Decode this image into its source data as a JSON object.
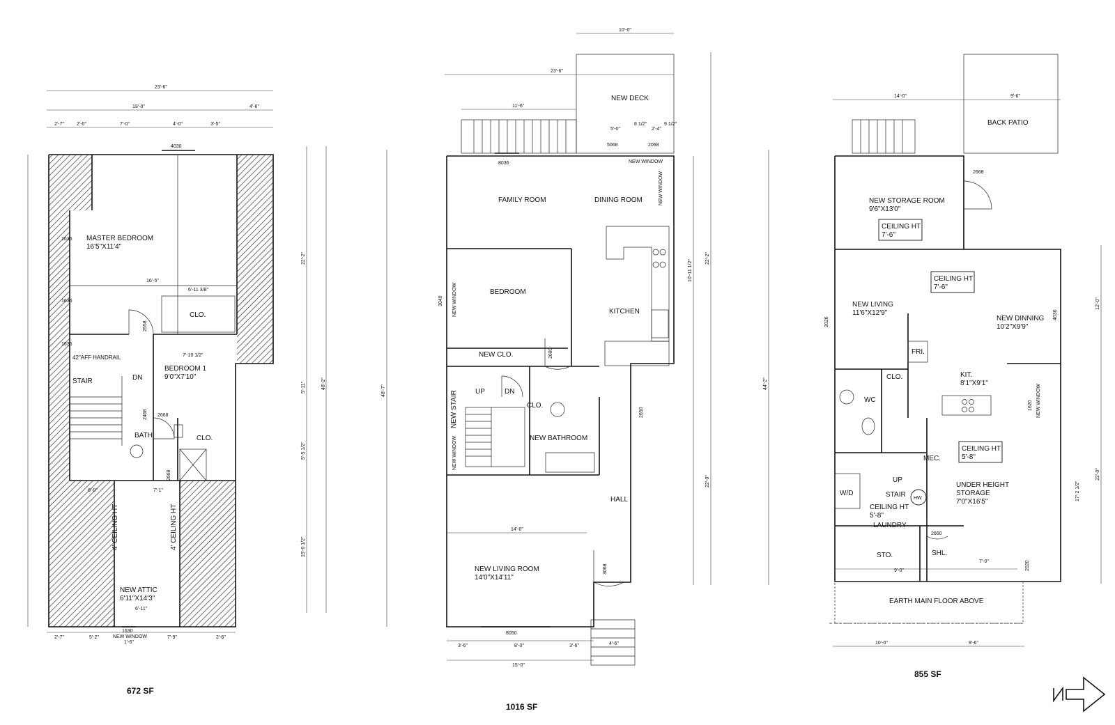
{
  "plans": [
    {
      "id": "upper",
      "area": "672 SF",
      "rooms": {
        "master": "MASTER BEDROOM",
        "master_size": "16'5\"X11'4\"",
        "bedroom1": "BEDROOM 1",
        "bedroom1_size": "9'0\"X7'10\"",
        "bath": "BATH",
        "clo1": "CLO.",
        "clo2": "CLO.",
        "stair": "STAIR",
        "dn": "DN",
        "handrail": "42\"AFF HANDRAIL",
        "attic": "NEW ATTIC",
        "attic_size": "6'11\"X14'3\"",
        "ceiling_a": "4' CEILING HT",
        "ceiling_b": "4' CEILING HT",
        "new_window": "NEW WINDOW",
        "win_top": "4030",
        "win_bottom": "1630"
      },
      "dims": [
        "23'-6\"",
        "19'-0\"",
        "4'-6\"",
        "2'-7\"",
        "2'-0\"",
        "7'-0\"",
        "4'-0\"",
        "3'-5\"",
        "16'-5\"",
        "6'-11 3/8\"",
        "7'-10 1/2\"",
        "6'-0\"",
        "7'-1\"",
        "6'-11\"",
        "2'-7\"",
        "5'-2\"",
        "1'-6\"",
        "7'-9\"",
        "2'-6\"",
        "22'-2\"",
        "48'-2\"",
        "15'-0 1/2\"",
        "5'-5 1/2\"",
        "5'-11\"",
        "1636",
        "1636",
        "1636",
        "2668",
        "2668",
        "2468",
        "2558"
      ]
    },
    {
      "id": "main",
      "area": "1016 SF",
      "rooms": {
        "deck": "NEW DECK",
        "family": "FAMILY ROOM",
        "dining": "DINING ROOM",
        "bedroom": "BEDROOM",
        "kitchen": "KITCHEN",
        "new_clo": "NEW CLO.",
        "new_stair": "NEW STAIR",
        "up": "UP",
        "dn": "DN",
        "clo": "CLO.",
        "bathroom": "NEW BATHROOM",
        "hall": "HALL",
        "living": "NEW LIVING ROOM",
        "living_size": "14'0\"X14'11\"",
        "new_window_a": "NEW WINDOW",
        "new_window_b": "NEW WINDOW",
        "new_window_c": "NEW WINDOW",
        "new_window_d": "NEW WINDOW",
        "win_8036": "8036",
        "win_5068": "5068",
        "win_2068": "2068",
        "win_8050": "8050",
        "door_2680": "2680",
        "door_3068": "3068",
        "win_3040": "3040",
        "win_2650": "2650"
      },
      "dims": [
        "10'-0\"",
        "23'-6\"",
        "11'-6\"",
        "5'-0\"",
        "8 1/2\"",
        "2'-4\"",
        "9 1/2\"",
        "14'-0\"",
        "3'-6\"",
        "8'-0\"",
        "3'-6\"",
        "15'-0\"",
        "48'-7\"",
        "22'-2\"",
        "10'-11 1/2\"",
        "22'-0\"",
        "4'-6\""
      ]
    },
    {
      "id": "lower",
      "area": "855 SF",
      "rooms": {
        "back_patio": "BACK PATIO",
        "storage": "NEW STORAGE ROOM",
        "storage_size": "9'6\"X13'0\"",
        "ceiling1": "CEILING HT",
        "ceiling1_val": "7'-6\"",
        "ceiling2": "CEILING HT",
        "ceiling2_val": "7'-6\"",
        "living": "NEW LIVING",
        "living_size": "11'6\"X12'9\"",
        "dinning": "NEW DINNING",
        "dinning_size": "10'2\"X9'9\"",
        "fri": "FRI.",
        "kit": "KIT.",
        "kit_size": "8'1\"X9'1\"",
        "wc": "WC",
        "clo": "CLO.",
        "mec": "MEC.",
        "ceiling3": "CEILING HT",
        "ceiling3_val": "5'-8\"",
        "wd": "W/D",
        "up": "UP",
        "stair": "STAIR",
        "hw": "HW",
        "ceiling4": "CEILING HT",
        "ceiling4_val": "5'-8\"",
        "laundry": "LAUNDRY",
        "under": "UNDER HEIGHT",
        "under2": "STORAGE",
        "under_size": "7'0\"X16'5\"",
        "sto": "STO.",
        "shl": "SHL.",
        "earth": "EARTH  MAIN  FLOOR  ABOVE",
        "new_window": "NEW WINDOW",
        "door_2668": "2668",
        "win_4036": "4036",
        "win_2026": "2026",
        "win_1620": "1620",
        "door_2660": "2660",
        "win_2020": "2020"
      },
      "dims": [
        "14'-0\"",
        "9'-6\"",
        "10'-0\"",
        "9'-6\"",
        "44'-2\"",
        "22'-0\"",
        "12'-0\"",
        "17'-2 1/2\"",
        "9'-0\"",
        "7'-0\""
      ]
    }
  ]
}
